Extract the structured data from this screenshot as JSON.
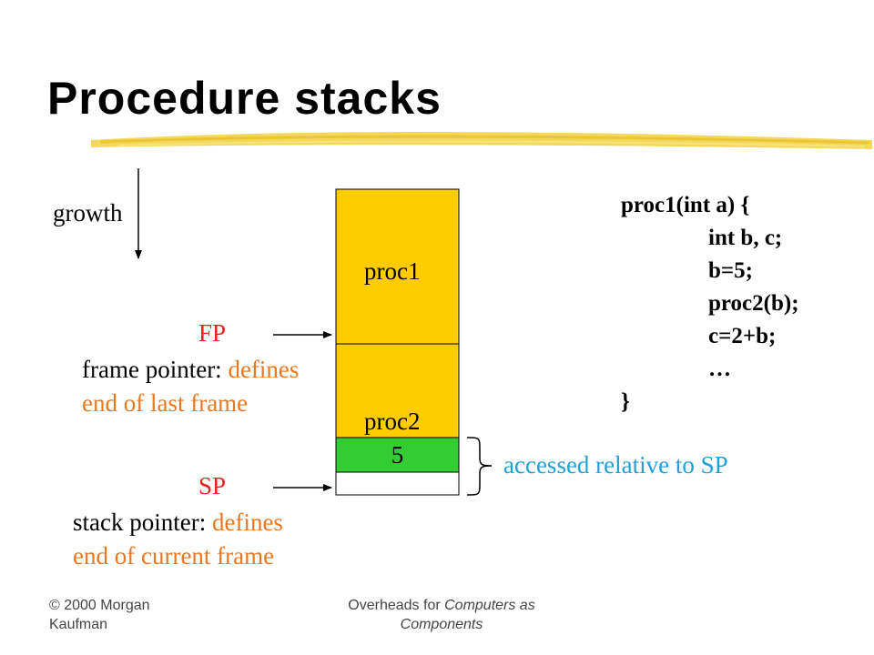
{
  "slide": {
    "title": "Procedure stacks",
    "growth_label": "growth",
    "stack": {
      "proc1_label": "proc1",
      "proc2_label": "proc2",
      "value_cell": "5"
    },
    "fp": {
      "label": "FP",
      "desc_prefix": "frame pointer: ",
      "desc_highlight": "defines",
      "desc_line2": "end of last frame"
    },
    "sp": {
      "label": "SP",
      "desc_prefix": "stack pointer: ",
      "desc_highlight": "defines",
      "desc_line2": "end of current frame"
    },
    "annotation": "accessed relative to SP",
    "code": [
      "proc1(int a) {",
      "int b, c;",
      "b=5;",
      "proc2(b);",
      "c=2+b;",
      "…",
      "}"
    ],
    "colors": {
      "stack_frame": "#ffcc00",
      "value_cell": "#33cc33",
      "highlight_orange": "#e87722",
      "highlight_red": "#e8231e",
      "annotation_blue": "#1fa0d6",
      "title_stroke": "#f2d44a"
    }
  },
  "footer": {
    "left": "© 2000 Morgan Kaufman",
    "right_prefix": "Overheads for ",
    "right_italic": "Computers as Components"
  }
}
